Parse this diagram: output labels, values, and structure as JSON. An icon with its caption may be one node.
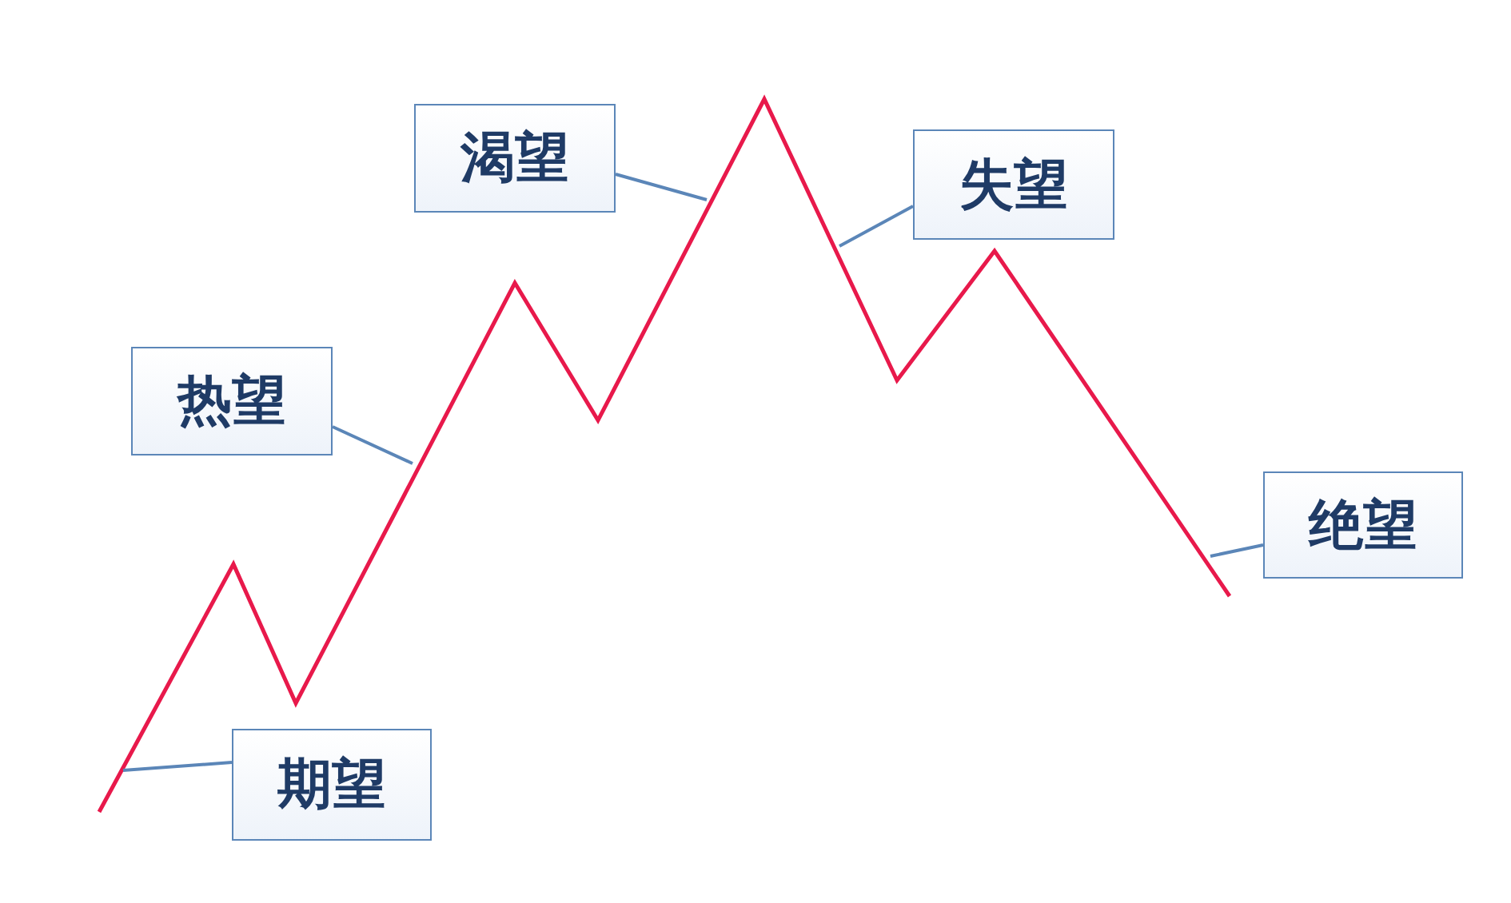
{
  "diagram": {
    "nodes": [
      {
        "text": [
          "渴望"
        ]
      },
      {
        "text": [
          "失望"
        ]
      },
      {
        "text": [
          "热望"
        ]
      },
      {
        "text": [
          "绝望"
        ]
      },
      {
        "text": [
          "期望"
        ]
      }
    ],
    "edges": [
      {
        "from": 0,
        "to": null,
        "arrow": "none"
      },
      {
        "from": 1,
        "to": null,
        "arrow": "none"
      },
      {
        "from": 2,
        "to": null,
        "arrow": "none"
      },
      {
        "from": 3,
        "to": null,
        "arrow": "none"
      },
      {
        "from": 4,
        "to": null,
        "arrow": "none"
      }
    ]
  }
}
